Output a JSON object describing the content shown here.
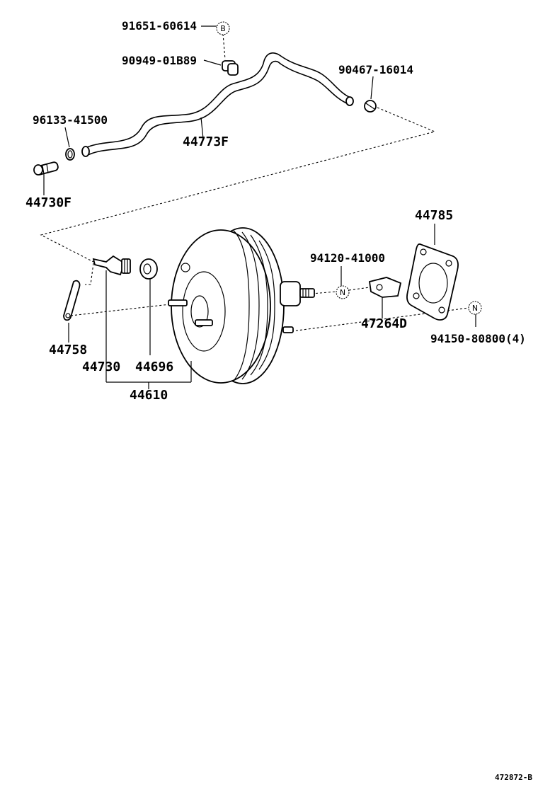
{
  "parts": {
    "p91651": "91651-60614",
    "p90949": "90949-01B89",
    "p90467": "90467-16014",
    "p96133": "96133-41500",
    "p44773F": "44773F",
    "p44730F": "44730F",
    "p44785": "44785",
    "p94120": "94120-41000",
    "p44758": "44758",
    "p44730": "44730",
    "p44696": "44696",
    "p47264D": "47264D",
    "p94150": "94150-80800(4)",
    "p44610": "44610"
  },
  "markers": {
    "b": "B",
    "n1": "N",
    "n2": "N"
  },
  "footer_code": "472872-B"
}
